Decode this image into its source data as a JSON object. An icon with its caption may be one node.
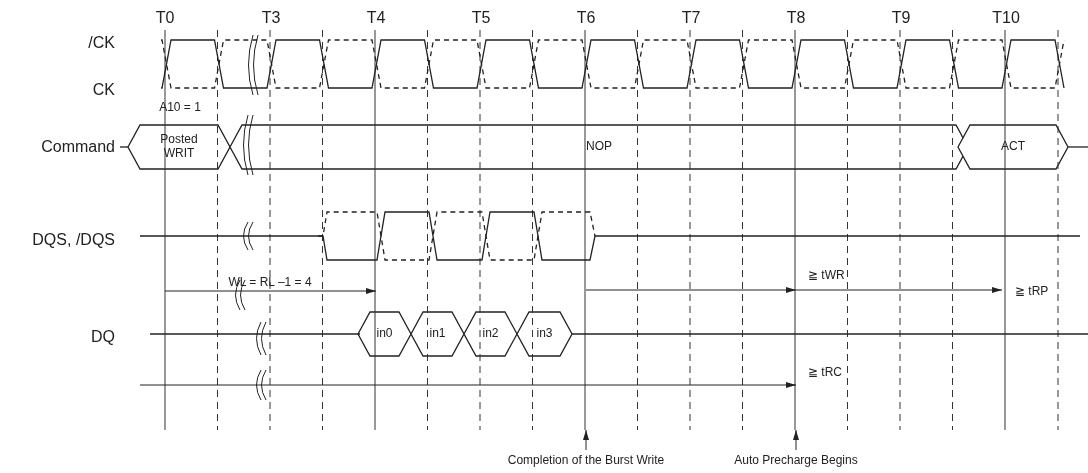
{
  "diagram": {
    "nodes": [
      {
        "text": [
          "Posted WRIT"
        ]
      },
      {
        "text": [
          "NOP"
        ]
      },
      {
        "text": [
          "ACT"
        ]
      },
      {
        "text": [
          "in0"
        ]
      },
      {
        "text": [
          "in1"
        ]
      },
      {
        "text": [
          "in2"
        ]
      },
      {
        "text": [
          "in3"
        ]
      },
      {
        "text": [
          "Completion of the Burst Write"
        ]
      },
      {
        "text": [
          "Auto Precharge Begins"
        ]
      }
    ],
    "edges": [
      {
        "from": 7,
        "to": null,
        "arrow": "to"
      },
      {
        "from": 8,
        "to": null,
        "arrow": "to"
      }
    ],
    "labels": [
      "T0",
      "T3",
      "T4",
      "T5",
      "T6",
      "T7",
      "T8",
      "T9",
      "T10",
      "/CK",
      "CK",
      "A10 = 1",
      "Command",
      "DQS, /DQS",
      "WL = RL –1 = 4",
      "≧ tWR",
      "≧ tRP",
      "DQ",
      "≧ tRC"
    ]
  }
}
